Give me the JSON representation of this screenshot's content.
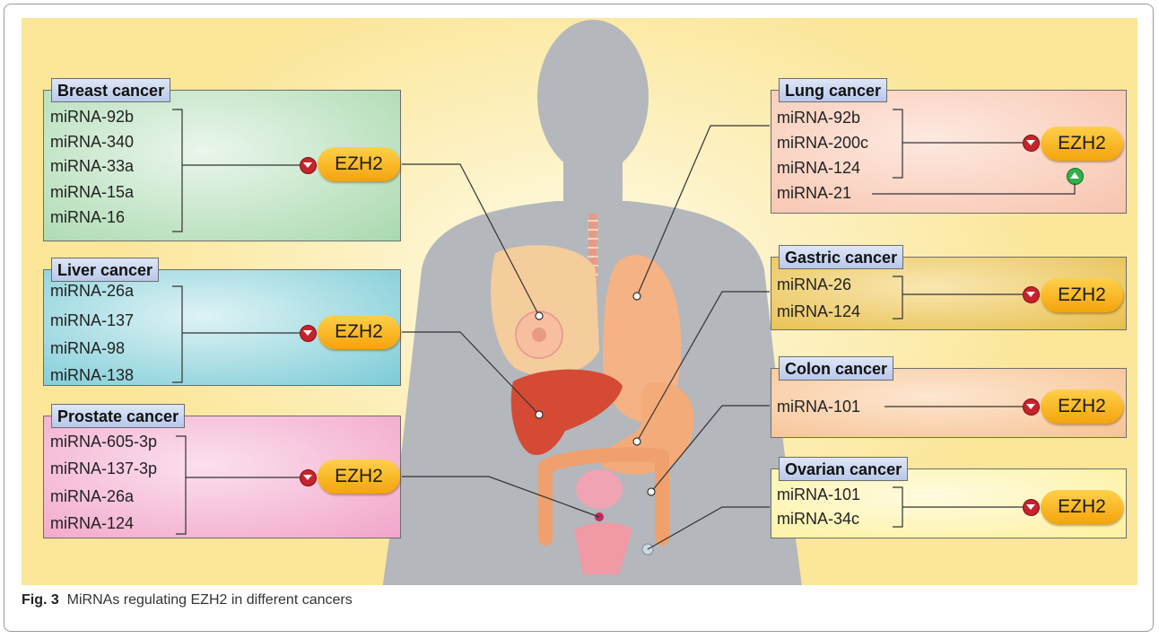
{
  "caption": {
    "label": "Fig. 3",
    "text": "MiRNAs regulating EZH2 in different cancers"
  },
  "target_label": "EZH2",
  "cancers": {
    "breast": {
      "title": "Breast cancer",
      "mirnas": [
        "miRNA-92b",
        "miRNA-340",
        "miRNA-33a",
        "miRNA-15a",
        "miRNA-16"
      ]
    },
    "liver": {
      "title": "Liver cancer",
      "mirnas": [
        "miRNA-26a",
        "miRNA-137",
        "miRNA-98",
        "miRNA-138"
      ]
    },
    "prostate": {
      "title": "Prostate cancer",
      "mirnas": [
        "miRNA-605-3p",
        "miRNA-137-3p",
        "miRNA-26a",
        "miRNA-124"
      ]
    },
    "lung": {
      "title": "Lung cancer",
      "mirnas": [
        "miRNA-92b",
        "miRNA-200c",
        "miRNA-124"
      ],
      "activating_mirna": "miRNA-21"
    },
    "gastric": {
      "title": "Gastric cancer",
      "mirnas": [
        "miRNA-26",
        "miRNA-124"
      ]
    },
    "colon": {
      "title": "Colon cancer",
      "mirnas": [
        "miRNA-101"
      ]
    },
    "ovarian": {
      "title": "Ovarian cancer",
      "mirnas": [
        "miRNA-101",
        "miRNA-34c"
      ]
    }
  },
  "colors": {
    "breast": "#a9d9ae",
    "liver": "#7ccbd6",
    "prostate": "#f2a5c9",
    "lung": "#f8c4ae",
    "gastric": "#e7bf4c",
    "colon": "#f7c394",
    "ovarian": "#fdf19e",
    "inhibit": "#c8222b",
    "activate": "#2fb24a",
    "ezh2": "#f6b020"
  },
  "icons": {
    "inhibit": "inhibition-arrow-icon",
    "activate": "activation-arrow-icon"
  }
}
